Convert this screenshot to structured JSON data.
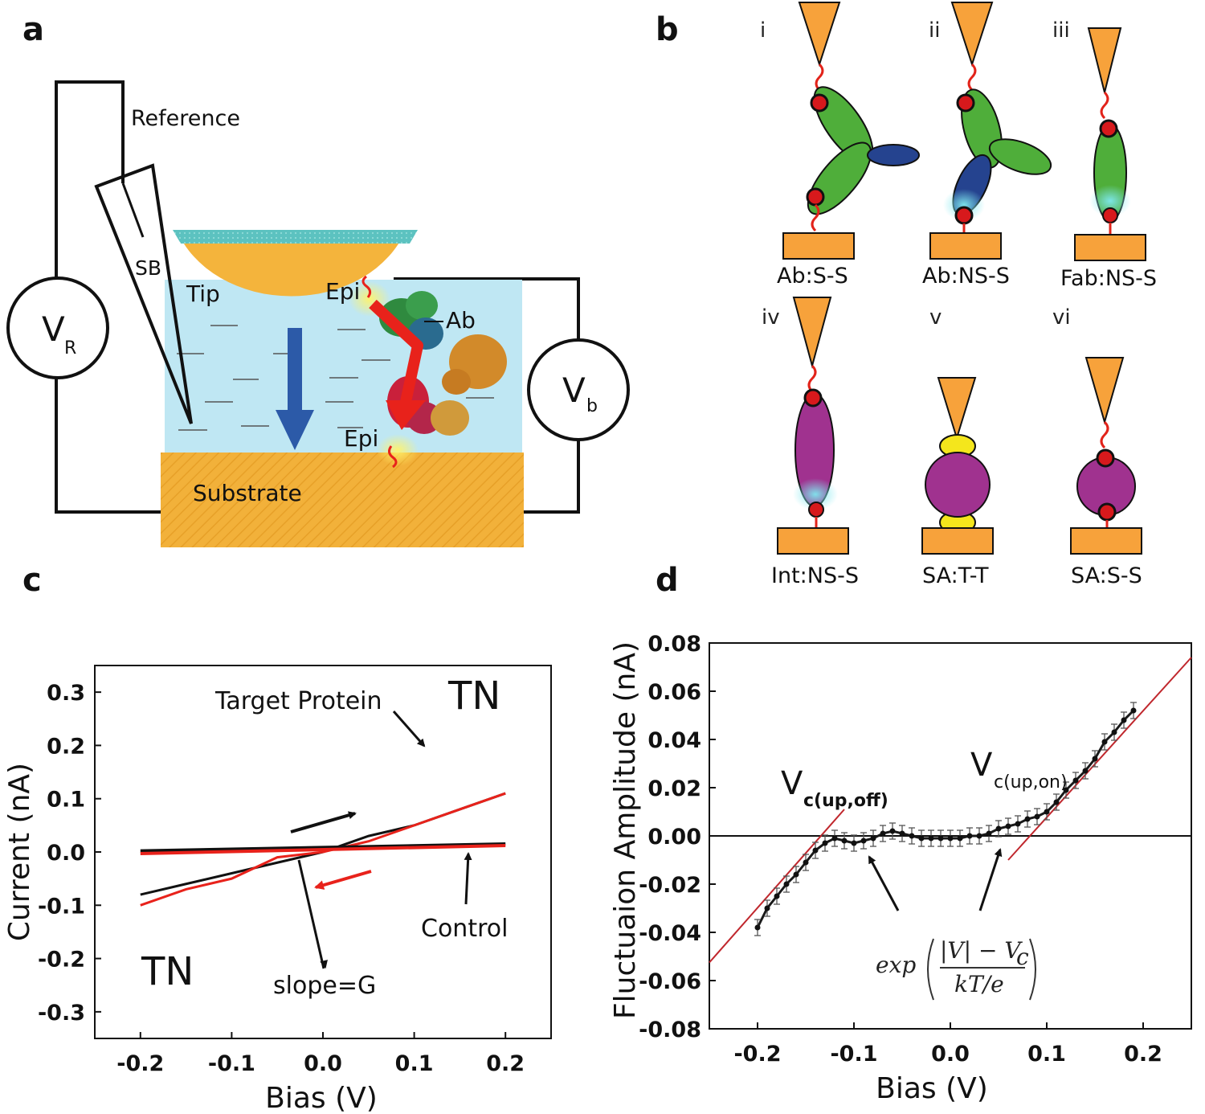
{
  "figure": {
    "panel_labels": [
      "a",
      "b",
      "c",
      "d"
    ]
  },
  "panel_a": {
    "labels": {
      "reference": "Reference",
      "sb": "SB",
      "tip": "Tip",
      "epi_top": "Epi",
      "epi_bottom": "Epi",
      "ab": "Ab",
      "substrate": "Substrate",
      "vr_main": "V",
      "vr_sub": "R",
      "vb_main": "V",
      "vb_sub": "b"
    },
    "colors": {
      "tip_top": "#5cc2c0",
      "tip_bottom": "#f4b43c",
      "solution": "#bfe7f3",
      "substrate": "#f2b13a",
      "arrow_blue": "#2c5aa8",
      "arrow_red": "#e8221b"
    }
  },
  "panel_b": {
    "items": [
      {
        "roman": "i",
        "caption": "Ab:S-S"
      },
      {
        "roman": "ii",
        "caption": "Ab:NS-S"
      },
      {
        "roman": "iii",
        "caption": "Fab:NS-S"
      },
      {
        "roman": "iv",
        "caption": "Int:NS-S"
      },
      {
        "roman": "v",
        "caption": "SA:T-T"
      },
      {
        "roman": "vi",
        "caption": "SA:S-S"
      }
    ],
    "colors": {
      "electrode": "#f7a23b",
      "green": "#4fae3a",
      "blue": "#25438f",
      "purple": "#a0328f",
      "yellow": "#f4e61c",
      "linker": "#e2231a",
      "contact": "#d7191c"
    }
  },
  "chart_data": [
    {
      "type": "line",
      "panel": "c",
      "xlabel": "Bias (V)",
      "ylabel": "Current (nA)",
      "xlim": [
        -0.25,
        0.25
      ],
      "ylim": [
        -0.35,
        0.35
      ],
      "xticks": [
        "-0.2",
        "-0.1",
        "0.0",
        "0.1",
        "0.2"
      ],
      "yticks": [
        "-0.3",
        "-0.2",
        "-0.1",
        "0.0",
        "0.1",
        "0.2",
        "0.3"
      ],
      "series": [
        {
          "color": "#111111",
          "x": [
            -0.2,
            -0.15,
            -0.1,
            -0.05,
            0.0,
            0.05,
            0.1,
            0.15,
            0.2
          ],
          "values": [
            -0.08,
            -0.06,
            -0.04,
            -0.02,
            0.0,
            0.03,
            0.05,
            0.08,
            0.11
          ]
        },
        {
          "color": "#e8221b",
          "x": [
            -0.2,
            -0.15,
            -0.1,
            -0.05,
            0.0,
            0.05,
            0.1,
            0.15,
            0.2
          ],
          "values": [
            -0.1,
            -0.07,
            -0.05,
            -0.01,
            0.0,
            0.02,
            0.05,
            0.08,
            0.11
          ]
        },
        {
          "color": "#111111",
          "x": [
            -0.2,
            0.2
          ],
          "values": [
            0.002,
            0.015
          ]
        },
        {
          "color": "#e8221b",
          "x": [
            -0.2,
            0.2
          ],
          "values": [
            -0.003,
            0.012
          ]
        }
      ],
      "annotations": {
        "target_protein": "Target Protein",
        "tn_top": "TN",
        "tn_bottom": "TN",
        "control": "Control",
        "slope": "slope=G"
      }
    },
    {
      "type": "scatter",
      "panel": "d",
      "xlabel": "Bias (V)",
      "ylabel": "Fluctuaion Amplitude (nA)",
      "xlim": [
        -0.25,
        0.25
      ],
      "ylim": [
        -0.08,
        0.08
      ],
      "xticks": [
        "-0.2",
        "-0.1",
        "0.0",
        "0.1",
        "0.2"
      ],
      "yticks": [
        "0.08",
        "0.06",
        "0.04",
        "0.02",
        "0.00",
        "-0.02",
        "-0.04",
        "-0.06",
        "-0.08"
      ],
      "x": [
        -0.2,
        -0.19,
        -0.18,
        -0.17,
        -0.16,
        -0.15,
        -0.14,
        -0.13,
        -0.12,
        -0.11,
        -0.1,
        -0.09,
        -0.08,
        -0.07,
        -0.06,
        -0.05,
        -0.04,
        -0.03,
        -0.02,
        -0.01,
        0.0,
        0.01,
        0.02,
        0.03,
        0.04,
        0.05,
        0.06,
        0.07,
        0.08,
        0.09,
        0.1,
        0.11,
        0.12,
        0.13,
        0.14,
        0.15,
        0.16,
        0.17,
        0.18,
        0.19
      ],
      "values": [
        -0.038,
        -0.03,
        -0.025,
        -0.02,
        -0.016,
        -0.011,
        -0.006,
        -0.003,
        -0.001,
        -0.002,
        -0.003,
        -0.002,
        -0.001,
        0.001,
        0.002,
        0.001,
        0.0,
        -0.001,
        -0.001,
        -0.001,
        -0.001,
        -0.001,
        0.0,
        0.0,
        0.001,
        0.003,
        0.004,
        0.005,
        0.007,
        0.008,
        0.01,
        0.014,
        0.019,
        0.023,
        0.027,
        0.032,
        0.039,
        0.043,
        0.048,
        0.052
      ],
      "fit_lines": [
        {
          "color": "#c0272d",
          "x": [
            -0.25,
            -0.11
          ],
          "values": [
            -0.0525,
            0.011
          ]
        },
        {
          "color": "#c0272d",
          "x": [
            0.06,
            0.25
          ],
          "values": [
            -0.01,
            0.074
          ]
        }
      ],
      "annotations": {
        "vc_off_main": "V",
        "vc_off_sub": "c(up,off)",
        "vc_on_main": "V",
        "vc_on_sub": "c(up,on)",
        "formula_exp": "exp",
        "formula_num": "|V| − V",
        "formula_num_sub": "c",
        "formula_den": "kT/e"
      }
    }
  ]
}
